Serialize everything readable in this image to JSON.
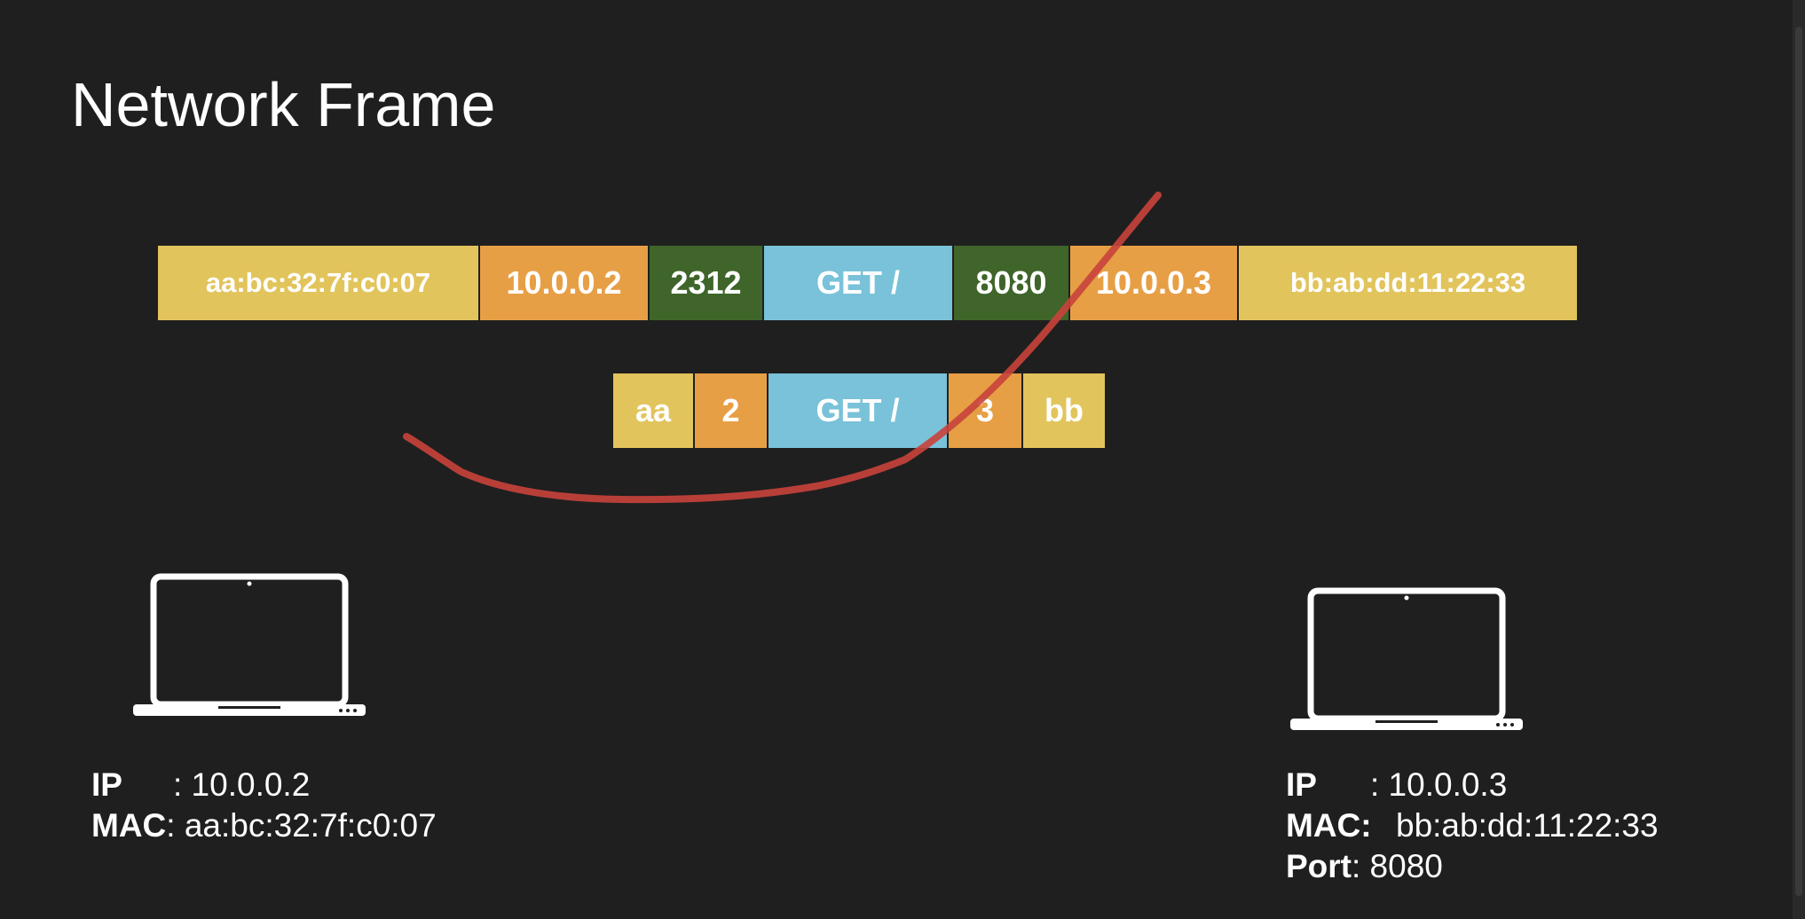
{
  "title": "Network Frame",
  "frame_full": [
    {
      "kind": "mac",
      "text": "aa:bc:32:7f:c0:07"
    },
    {
      "kind": "ip",
      "text": "10.0.0.2"
    },
    {
      "kind": "port",
      "text": "2312"
    },
    {
      "kind": "data",
      "text": "GET /"
    },
    {
      "kind": "port",
      "text": "8080"
    },
    {
      "kind": "ip",
      "text": "10.0.0.3"
    },
    {
      "kind": "mac",
      "text": "bb:ab:dd:11:22:33"
    }
  ],
  "frame_short": [
    {
      "kind": "mac",
      "text": "aa"
    },
    {
      "kind": "ip",
      "text": "2"
    },
    {
      "kind": "data",
      "text": "GET /"
    },
    {
      "kind": "ip",
      "text": "3"
    },
    {
      "kind": "mac",
      "text": "bb"
    }
  ],
  "hosts": {
    "left": {
      "ip_label": "IP",
      "ip_value": ": 10.0.0.2",
      "mac_label": "MAC",
      "mac_value": ": aa:bc:32:7f:c0:07"
    },
    "right": {
      "ip_label": "IP",
      "ip_value": ": 10.0.0.3",
      "mac_label": "MAC:",
      "mac_value": "bb:ab:dd:11:22:33",
      "port_label": "Port",
      "port_value": ":   8080"
    }
  },
  "colors": {
    "background": "#1f1f1f",
    "mac": "#e2c45c",
    "ip": "#e79f45",
    "port": "#3f652a",
    "data": "#79c2d9",
    "annotation_stroke": "#c8423b"
  },
  "icons": {
    "left_device": "laptop-icon",
    "right_device": "laptop-icon"
  }
}
